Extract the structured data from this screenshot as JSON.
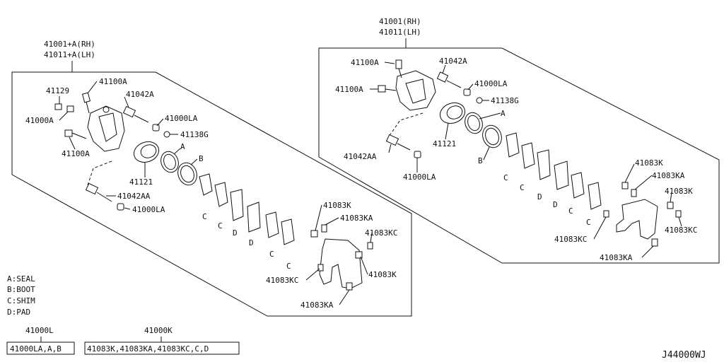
{
  "colors": {
    "line": "#111111",
    "background": "#ffffff"
  },
  "left_group": {
    "header": [
      "41001+A(RH)",
      "41011+A(LH)"
    ],
    "labels": {
      "p41129": "41129",
      "p41100a_top": "41100A",
      "p41000a": "41000A",
      "p41042a": "41042A",
      "p41000la_top": "41000LA",
      "p41138g": "41138G",
      "p41100a_bot": "41100A",
      "p41121": "41121",
      "seal_a": "A",
      "boot_b": "B",
      "p41042aa": "41042AA",
      "p41000la_bot": "41000LA",
      "shim_c1": "C",
      "shim_c2": "C",
      "pad_d1": "D",
      "pad_d2": "D",
      "shim_c3": "C",
      "shim_c4": "C",
      "p41083k_top": "41083K",
      "p41083ka_top": "41083KA",
      "p41083kc_right": "41083KC",
      "p41083k_right": "41083K",
      "p41083kc_left": "41083KC",
      "p41083ka_bot": "41083KA"
    }
  },
  "right_group": {
    "header": [
      "41001(RH)",
      "41011(LH)"
    ],
    "labels": {
      "p41100a_top": "41100A",
      "p41042a": "41042A",
      "p41100a_mid": "41100A",
      "p41000la_top": "41000LA",
      "p41138g": "41138G",
      "seal_a": "A",
      "p41121": "41121",
      "boot_b": "B",
      "p41042aa": "41042AA",
      "p41000la_bot": "41000LA",
      "shim_c1": "C",
      "shim_c2": "C",
      "pad_d1": "D",
      "pad_d2": "D",
      "shim_c3": "C",
      "shim_c4": "C",
      "p41083k_top": "41083K",
      "p41083ka_top": "41083KA",
      "p41083k_right": "41083K",
      "p41083kc_right": "41083KC",
      "p41083kc_left": "41083KC",
      "p41083ka_bot": "41083KA"
    }
  },
  "legend": [
    "A:SEAL",
    "B:BOOT",
    "C:SHIM",
    "D:PAD"
  ],
  "kits": [
    {
      "code": "41000L",
      "contents": "41000LA,A,B"
    },
    {
      "code": "41000K",
      "contents": "41083K,41083KA,41083KC,C,D"
    }
  ],
  "diagram_id": "J44000WJ"
}
